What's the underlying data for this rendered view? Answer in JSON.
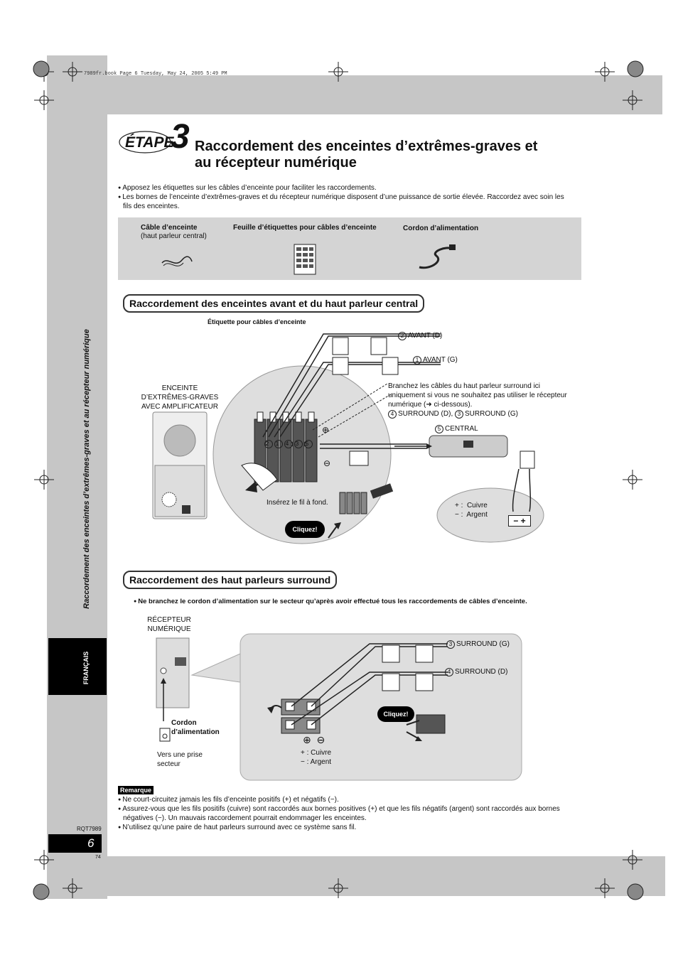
{
  "print_header": "7989fr.book  Page 6  Tuesday, May 24, 2005  5:49 PM",
  "etape": {
    "word": "ÉTAPE",
    "number": "3"
  },
  "title_line1": "Raccordement des enceintes d’extrêmes-graves et",
  "title_line2": "au récepteur numérique",
  "side_title": "Raccordement des enceintes d’extrêmes-graves et au récepteur numérique",
  "language_tab": "FRANÇAIS",
  "intro_bullets": [
    "Apposez les étiquettes sur les câbles d’enceinte pour faciliter les raccordements.",
    "Les bornes de l’enceinte d’extrêmes-graves et du récepteur numérique disposent d’une puissance de sortie élevée. Raccordez avec soin les",
    "fils des enceintes."
  ],
  "accessories": {
    "item1_title": "Câble d’enceinte",
    "item1_sub": "(haut parleur central)",
    "item2_title": "Feuille d’étiquettes pour câbles d’enceinte",
    "item3_title": "Cordon d’alimentation"
  },
  "section1": {
    "heading": "Raccordement des enceintes avant et du haut parleur central",
    "label_tag": "Étiquette pour câbles d’enceinte",
    "avant_d": "AVANT (D)",
    "avant_g": "AVANT (G)",
    "sub_l1": "ENCEINTE",
    "sub_l2": "D’EXTRÊMES-GRAVES",
    "sub_l3": "AVEC AMPLIFICATEUR",
    "note_l1": "Branchez les câbles du haut parleur surround ici",
    "note_l2": "uniquement si vous ne souhaitez pas utiliser le récepteur",
    "note_l3": "numérique (➜ ci-dessous).",
    "note_l4": "SURROUND (D),",
    "note_l5": "SURROUND (G)",
    "central": "CENTRAL",
    "insert": "Insérez le fil à fond.",
    "click": "Cliquez!",
    "plus_label": "Cuivre",
    "minus_label": "Argent",
    "num": [
      "2",
      "1",
      "4",
      "3",
      "5"
    ]
  },
  "section2": {
    "heading": "Raccordement des haut parleurs surround",
    "warning": "Ne branchez le cordon d’alimentation sur le secteur qu’après avoir effectué tous les raccordements de câbles d’enceinte.",
    "receiver_l1": "RÉCEPTEUR",
    "receiver_l2": "NUMÉRIQUE",
    "cord_l1": "Cordon",
    "cord_l2": "d’alimentation",
    "outlet_l1": "Vers une prise",
    "outlet_l2": "secteur",
    "surround_g": "SURROUND (G)",
    "surround_d": "SURROUND (D)",
    "click": "Cliquez!",
    "plus_label": "+ : Cuivre",
    "minus_label": "− : Argent"
  },
  "remark": {
    "badge": "Remarque",
    "items": [
      "Ne court-circuitez jamais les fils d’enceinte positifs (+) et négatifs (−).",
      "Assurez-vous que les fils positifs (cuivre) sont raccordés aux bornes positives (+) et que les fils négatifs (argent) sont raccordés aux bornes",
      "négatives (−). Un mauvais raccordement pourrait endommager les enceintes.",
      "N’utilisez qu’une paire de haut parleurs surround avec ce système sans fil."
    ]
  },
  "footer": {
    "code": "RQT7989",
    "page": "6",
    "sub_page": "74"
  }
}
